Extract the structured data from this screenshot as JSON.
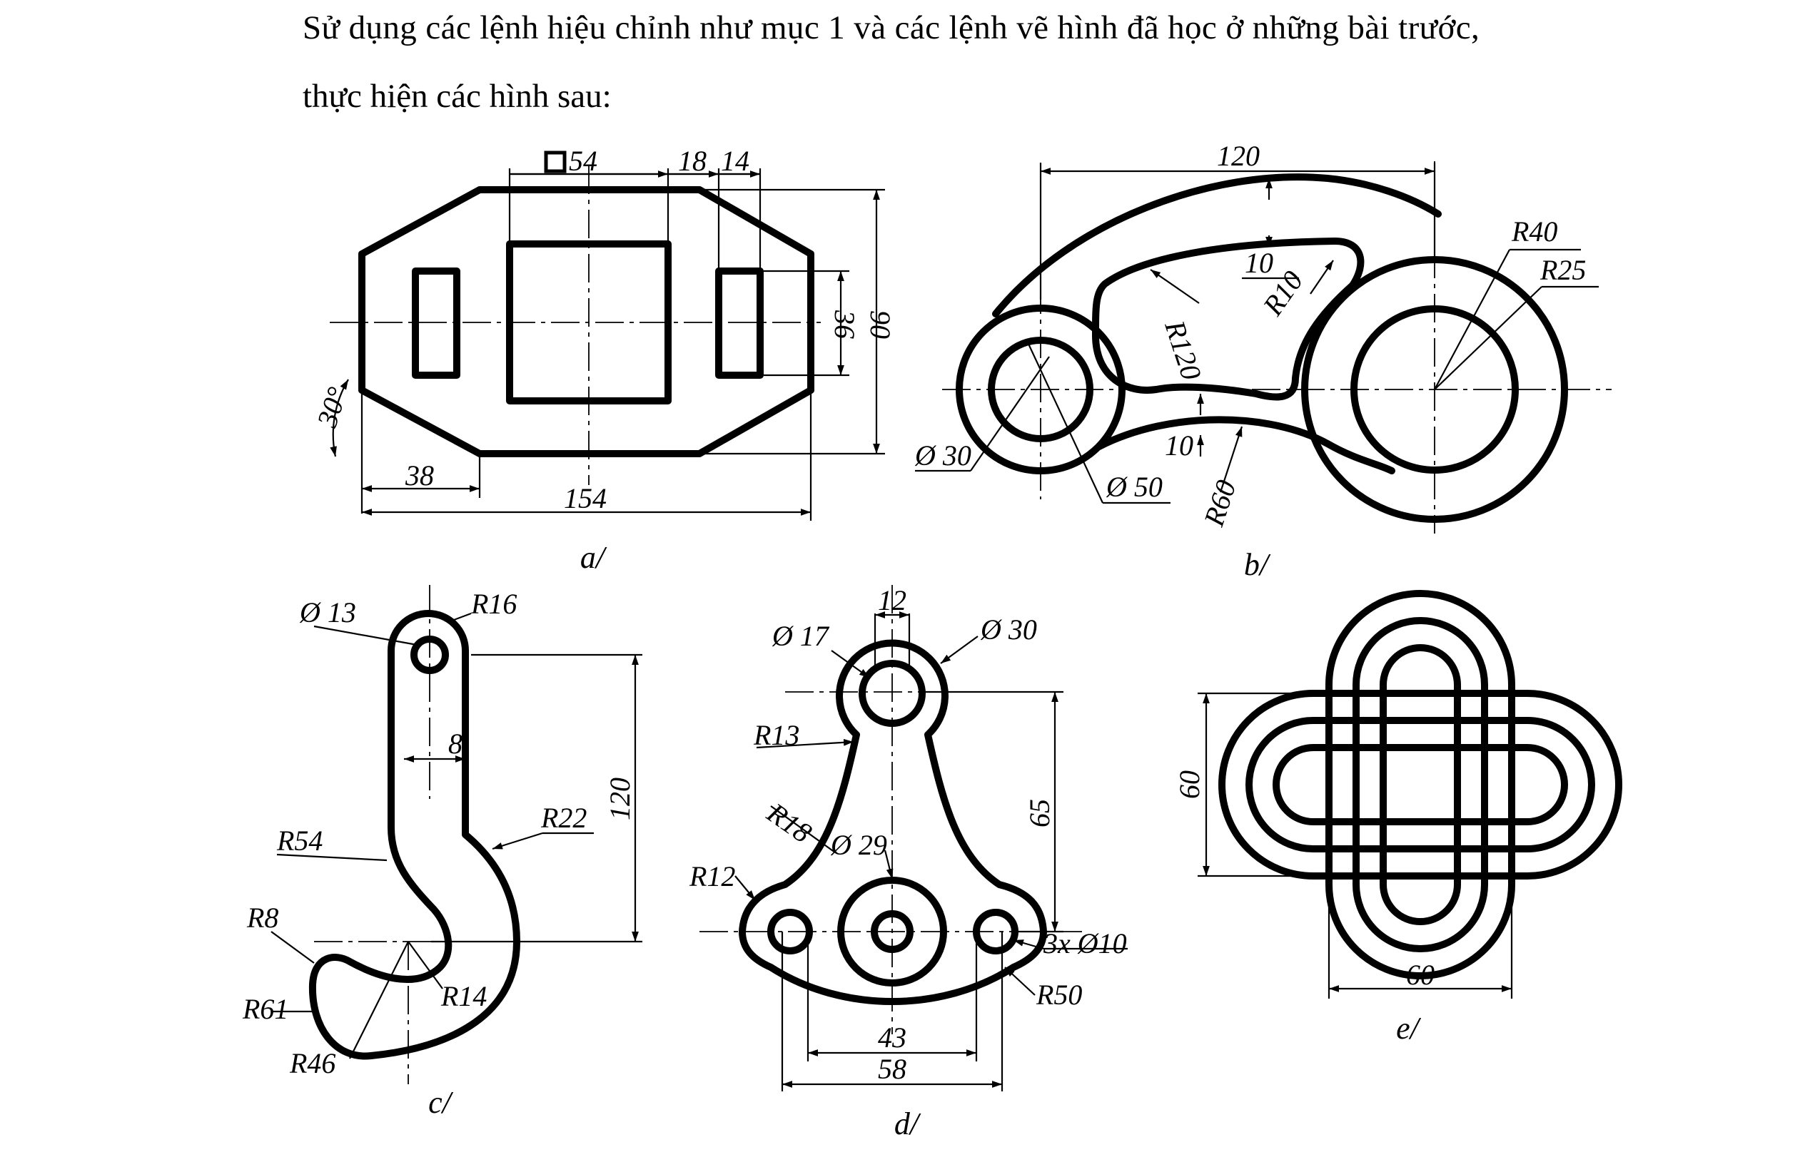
{
  "intro": {
    "line1": "Sử dụng các lệnh hiệu chỉnh như mục 1 và các lệnh vẽ hình đã học ở những bài trước,",
    "line2": "thực hiện các hình sau:"
  },
  "figures": {
    "a": {
      "caption": "a/",
      "dims": {
        "square": "54",
        "top_mid": "18",
        "top_right": "14",
        "right_inner": "36",
        "right_outer": "90",
        "angle": "30°",
        "bottom_left": "38",
        "bottom_total": "154"
      }
    },
    "b": {
      "caption": "b/",
      "dims": {
        "width": "120",
        "r40": "R40",
        "r25": "R25",
        "gap_top": "10",
        "r10": "R10",
        "r120": "R120",
        "gap_bottom": "10",
        "r60": "R60",
        "d30": "Ø 30",
        "d50": "Ø 50"
      }
    },
    "c": {
      "caption": "c/",
      "dims": {
        "d13": "Ø 13",
        "r16": "R16",
        "offset": "8",
        "height": "120",
        "r54": "R54",
        "r22": "R22",
        "r8": "R8",
        "r61": "R61",
        "r14": "R14",
        "r46": "R46"
      }
    },
    "d": {
      "caption": "d/",
      "dims": {
        "top_w": "12",
        "d17": "Ø 17",
        "d30": "Ø 30",
        "r13": "R13",
        "r18": "R18",
        "d29": "Ø 29",
        "h65": "65",
        "r12": "R12",
        "holes": "3x Ø10",
        "r50": "R50",
        "w43": "43",
        "w58": "58"
      }
    },
    "e": {
      "caption": "e/",
      "dims": {
        "height": "60",
        "width": "60"
      }
    }
  }
}
